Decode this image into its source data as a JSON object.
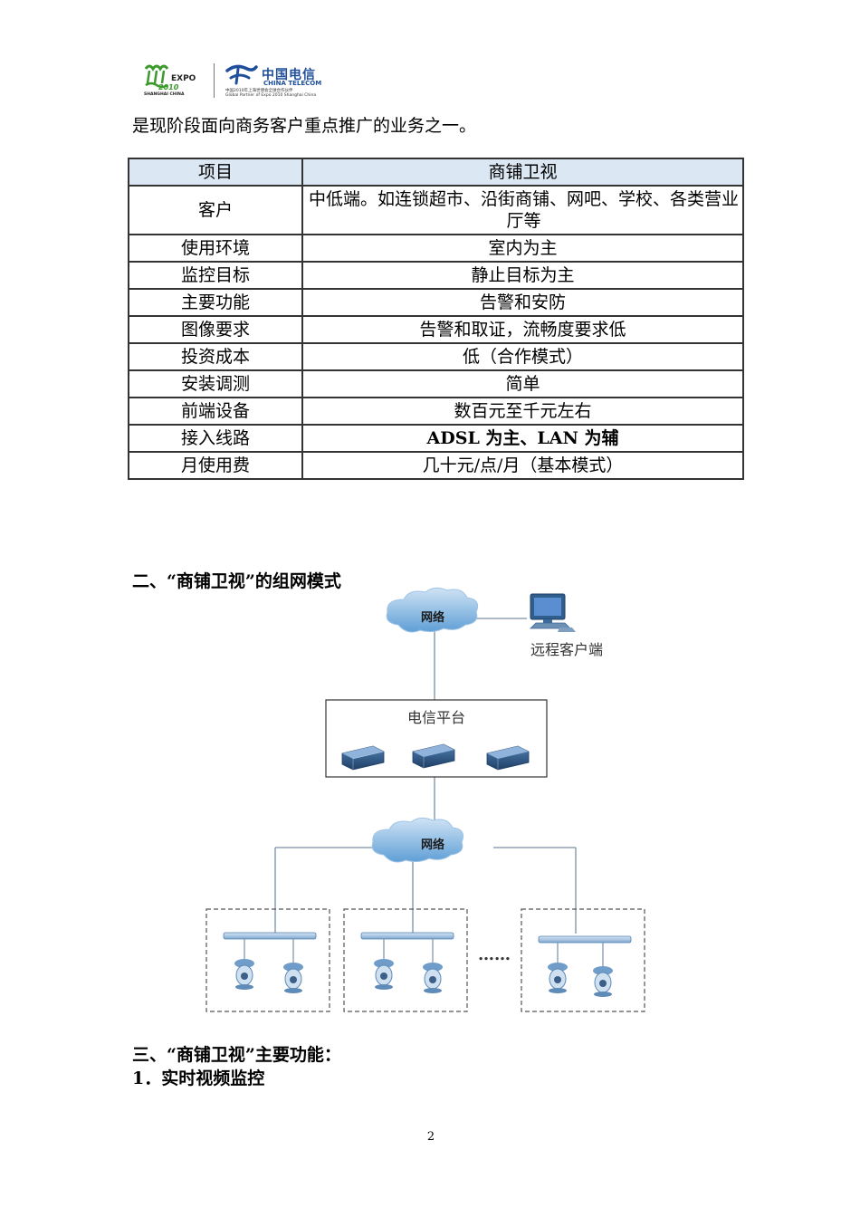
{
  "header": {
    "expo_text": "EXPO",
    "expo_year": "2010",
    "expo_city": "SHANGHAI CHINA",
    "ct_name_cn": "中国电信",
    "ct_name_en": "CHINA TELECOM",
    "ct_tag_cn": "中国2010年上海世博会全球合作伙伴",
    "ct_tag_en": "Global Partner of Expo 2010 Shanghai China"
  },
  "intro_text": "是现阶段面向商务客户重点推广的业务之一。",
  "table": {
    "headers": [
      "项目",
      "商铺卫视"
    ],
    "rows": [
      {
        "item": "客户",
        "value": "中低端。如连锁超市、沿街商铺、网吧、学校、各类营业厅等"
      },
      {
        "item": "使用环境",
        "value": "室内为主"
      },
      {
        "item": "监控目标",
        "value": "静止目标为主"
      },
      {
        "item": "主要功能",
        "value": "告警和安防"
      },
      {
        "item": "图像要求",
        "value": "告警和取证，流畅度要求低"
      },
      {
        "item": "投资成本",
        "value": "低（合作模式）"
      },
      {
        "item": "安装调测",
        "value": "简单"
      },
      {
        "item": "前端设备",
        "value": "数百元至千元左右"
      },
      {
        "item": "接入线路",
        "value": "ADSL 为主、LAN 为辅"
      },
      {
        "item": "月使用费",
        "value": "几十元/点/月（基本模式）"
      }
    ]
  },
  "section2_title": "二、“商铺卫视”的组网模式",
  "diagram": {
    "cloud_top_label": "网络",
    "remote_client_label": "远程客户端",
    "platform_label": "电信平台",
    "cloud_bottom_label": "网络",
    "ellipsis": "……"
  },
  "section3_title": "三、“商铺卫视”主要功能：",
  "section3_item1": "1．实时视频监控",
  "page_number": "2",
  "colors": {
    "table_header_bg": "#dbe8f3",
    "cloud_fill": "#7fb3e0",
    "server_fill": "#2f5d8c",
    "line_color": "#7a8fa8",
    "logo_blue": "#1f4f9a",
    "expo_green": "#3a9a2a"
  }
}
